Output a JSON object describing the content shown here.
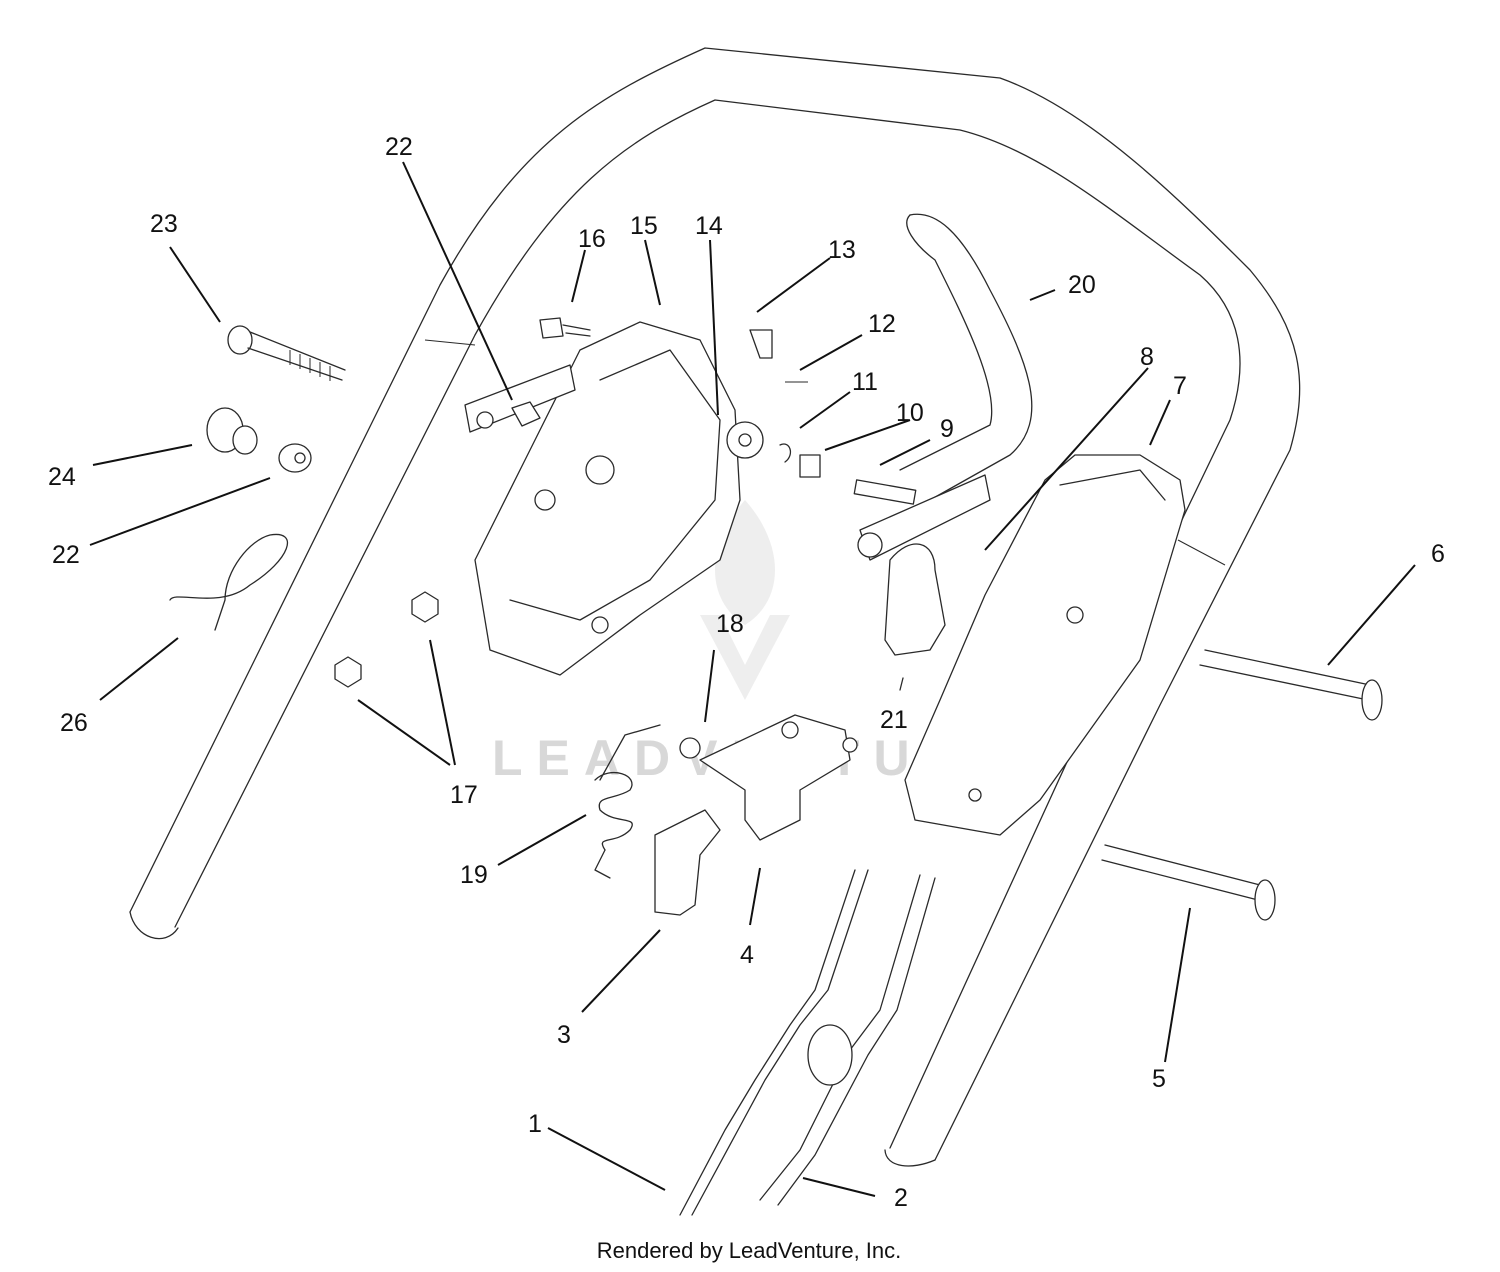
{
  "diagram": {
    "callouts": [
      {
        "id": "c1",
        "label": "1"
      },
      {
        "id": "c2",
        "label": "2"
      },
      {
        "id": "c3",
        "label": "3"
      },
      {
        "id": "c4",
        "label": "4"
      },
      {
        "id": "c5",
        "label": "5"
      },
      {
        "id": "c6",
        "label": "6"
      },
      {
        "id": "c7",
        "label": "7"
      },
      {
        "id": "c8",
        "label": "8"
      },
      {
        "id": "c9",
        "label": "9"
      },
      {
        "id": "c10",
        "label": "10"
      },
      {
        "id": "c11",
        "label": "11"
      },
      {
        "id": "c12",
        "label": "12"
      },
      {
        "id": "c13",
        "label": "13"
      },
      {
        "id": "c14",
        "label": "14"
      },
      {
        "id": "c15",
        "label": "15"
      },
      {
        "id": "c16",
        "label": "16"
      },
      {
        "id": "c17",
        "label": "17"
      },
      {
        "id": "c18",
        "label": "18"
      },
      {
        "id": "c19",
        "label": "19"
      },
      {
        "id": "c20",
        "label": "20"
      },
      {
        "id": "c21",
        "label": "21"
      },
      {
        "id": "c22a",
        "label": "22"
      },
      {
        "id": "c22b",
        "label": "22"
      },
      {
        "id": "c23",
        "label": "23"
      },
      {
        "id": "c24",
        "label": "24"
      },
      {
        "id": "c26",
        "label": "26"
      }
    ],
    "watermark": "LEADVENTURE",
    "footer": "Rendered by LeadVenture, Inc."
  }
}
